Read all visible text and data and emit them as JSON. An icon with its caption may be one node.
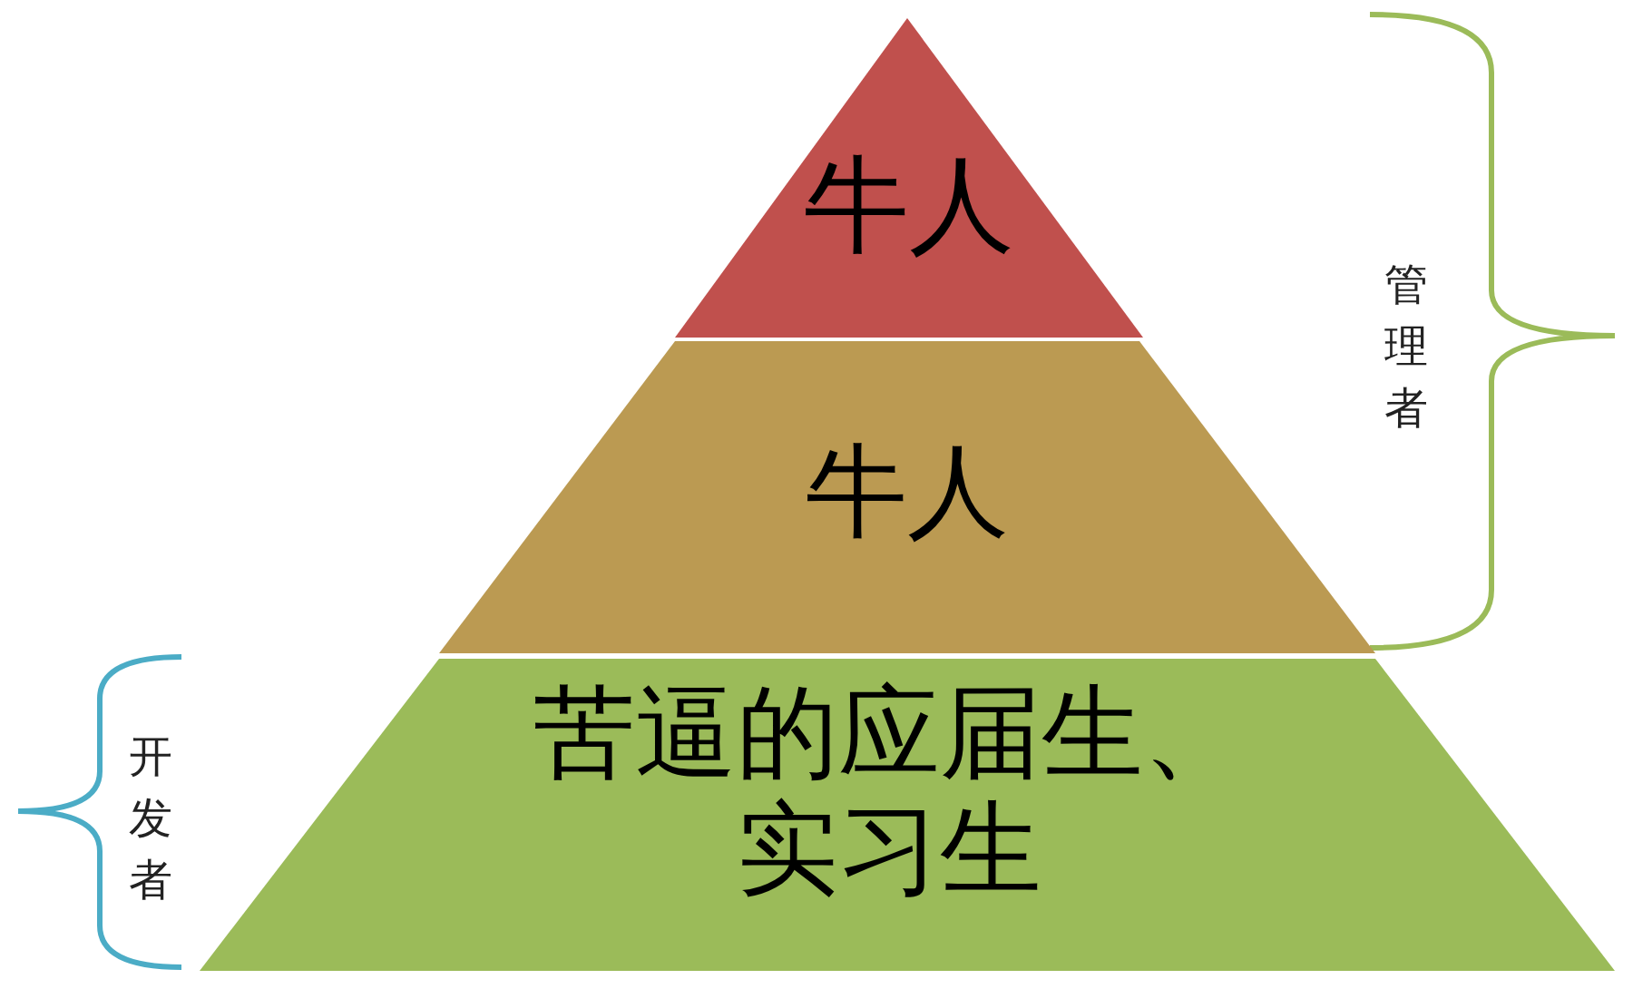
{
  "diagram": {
    "nodes": [
      {
        "text": [
          "牛人"
        ]
      },
      {
        "text": [
          "牛人"
        ]
      },
      {
        "text": [
          "苦逼的应届生、实习生"
        ]
      }
    ],
    "labels": [
      "管理者",
      "开发者"
    ]
  }
}
